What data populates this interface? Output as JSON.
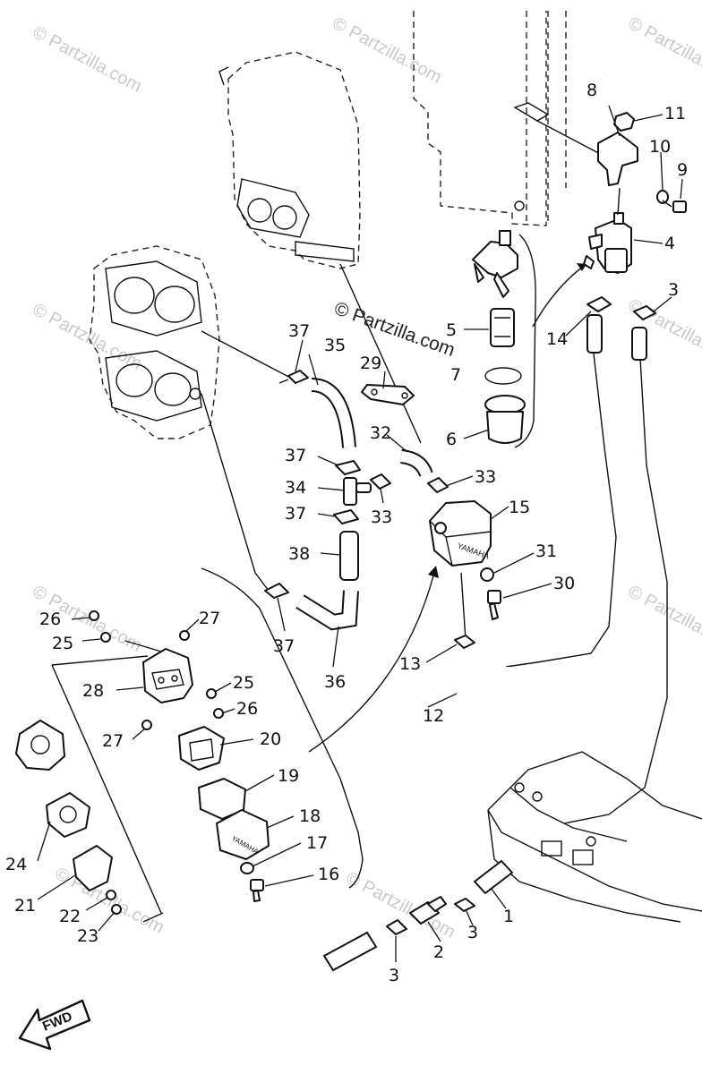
{
  "watermark": {
    "corner_text": "© Partzilla.com",
    "center_text": "© Partzilla.com"
  },
  "fwd_label": "FWD",
  "callouts": {
    "c1": "1",
    "c2": "2",
    "c3a": "3",
    "c3b": "3",
    "c3c": "3",
    "c4": "4",
    "c5": "5",
    "c6": "6",
    "c7": "7",
    "c8": "8",
    "c9": "9",
    "c10": "10",
    "c11": "11",
    "c12": "12",
    "c13": "13",
    "c14": "14",
    "c15": "15",
    "c16": "16",
    "c17": "17",
    "c18": "18",
    "c19": "19",
    "c20": "20",
    "c21": "21",
    "c22": "22",
    "c23": "23",
    "c24": "24",
    "c25a": "25",
    "c25b": "25",
    "c26a": "26",
    "c26b": "26",
    "c27a": "27",
    "c27b": "27",
    "c28": "28",
    "c29": "29",
    "c30": "30",
    "c31": "31",
    "c32": "32",
    "c33a": "33",
    "c33b": "33",
    "c34": "34",
    "c35": "35",
    "c36": "36",
    "c37a": "37",
    "c37b": "37",
    "c37c": "37",
    "c37d": "37",
    "c38": "38"
  },
  "embossed": {
    "pump_label": "YAMAHA",
    "cover_label": "YAMAHA"
  },
  "colors": {
    "line": "#111111",
    "watermark": "#c9c9c9",
    "background": "#ffffff"
  }
}
